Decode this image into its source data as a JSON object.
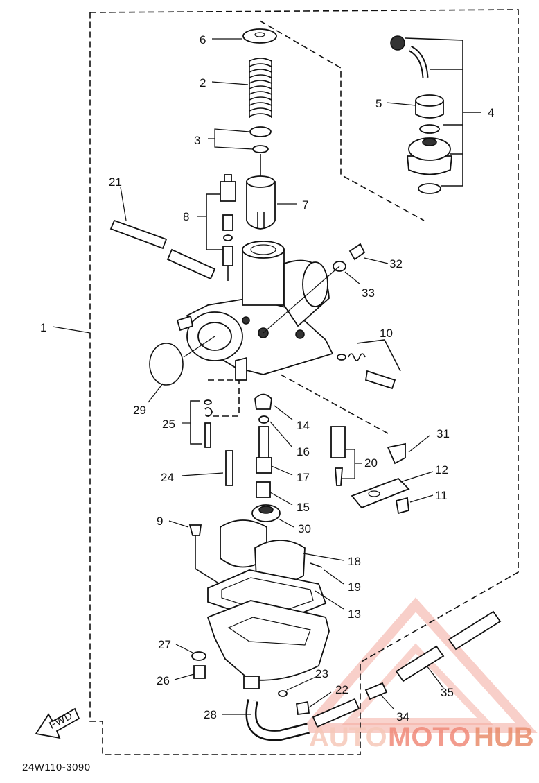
{
  "labels": {
    "p1": "1",
    "p2": "2",
    "p3": "3",
    "p4": "4",
    "p5": "5",
    "p6": "6",
    "p7": "7",
    "p8": "8",
    "p9": "9",
    "p10": "10",
    "p11": "11",
    "p12": "12",
    "p13": "13",
    "p14": "14",
    "p15": "15",
    "p16": "16",
    "p17": "17",
    "p18": "18",
    "p19": "19",
    "p20": "20",
    "p21": "21",
    "p22": "22",
    "p23": "23",
    "p24": "24",
    "p25": "25",
    "p26": "26",
    "p27": "27",
    "p28": "28",
    "p29": "29",
    "p30": "30",
    "p31": "31",
    "p32": "32",
    "p33": "33",
    "p34": "34",
    "p35": "35"
  },
  "fwd_label": "FWD",
  "diagram_code": "24W110-3090",
  "watermark": {
    "part1": "AUTO",
    "part2": "MOTO",
    "part3": "HUB",
    "color": "#f08a7a"
  }
}
